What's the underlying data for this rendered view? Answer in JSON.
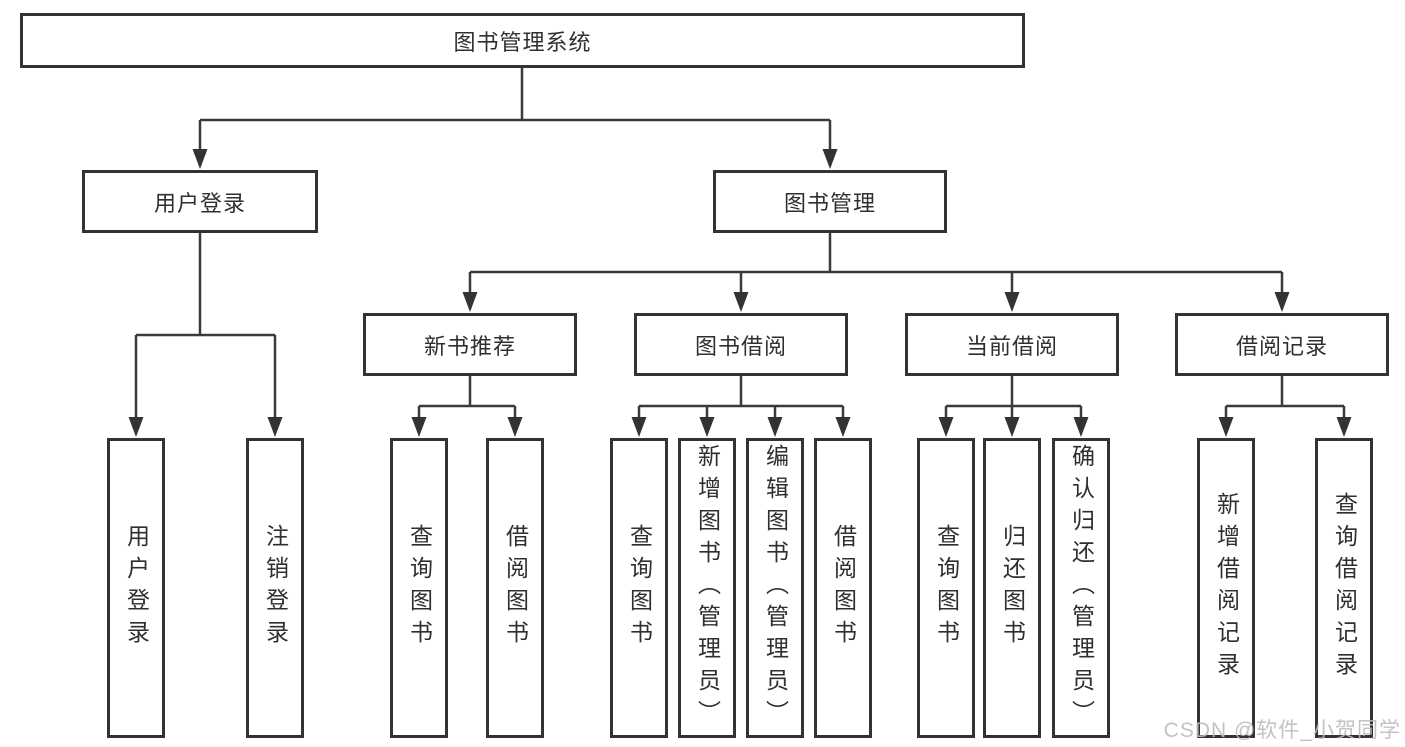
{
  "diagram_type": "hierarchy-tree",
  "colors": {
    "background": "#ffffff",
    "line": "#3a3a3a",
    "box_border": "#333333",
    "text": "#2f2f2f",
    "watermark_text": "#bbbbbb"
  },
  "watermark": "CSDN @软件_小贺同学",
  "tree": {
    "label": "图书管理系统",
    "children": [
      {
        "label": "用户登录",
        "children": [
          {
            "label": "用户登录"
          },
          {
            "label": "注销登录"
          }
        ]
      },
      {
        "label": "图书管理",
        "children": [
          {
            "label": "新书推荐",
            "children": [
              {
                "label": "查询图书"
              },
              {
                "label": "借阅图书"
              }
            ]
          },
          {
            "label": "图书借阅",
            "children": [
              {
                "label": "查询图书"
              },
              {
                "label": "新增图书（管理员）"
              },
              {
                "label": "编辑图书（管理员）"
              },
              {
                "label": "借阅图书"
              }
            ]
          },
          {
            "label": "当前借阅",
            "children": [
              {
                "label": "查询图书"
              },
              {
                "label": "归还图书"
              },
              {
                "label": "确认归还（管理员）"
              }
            ]
          },
          {
            "label": "借阅记录",
            "children": [
              {
                "label": "新增借阅记录"
              },
              {
                "label": "查询借阅记录"
              }
            ]
          }
        ]
      }
    ]
  }
}
